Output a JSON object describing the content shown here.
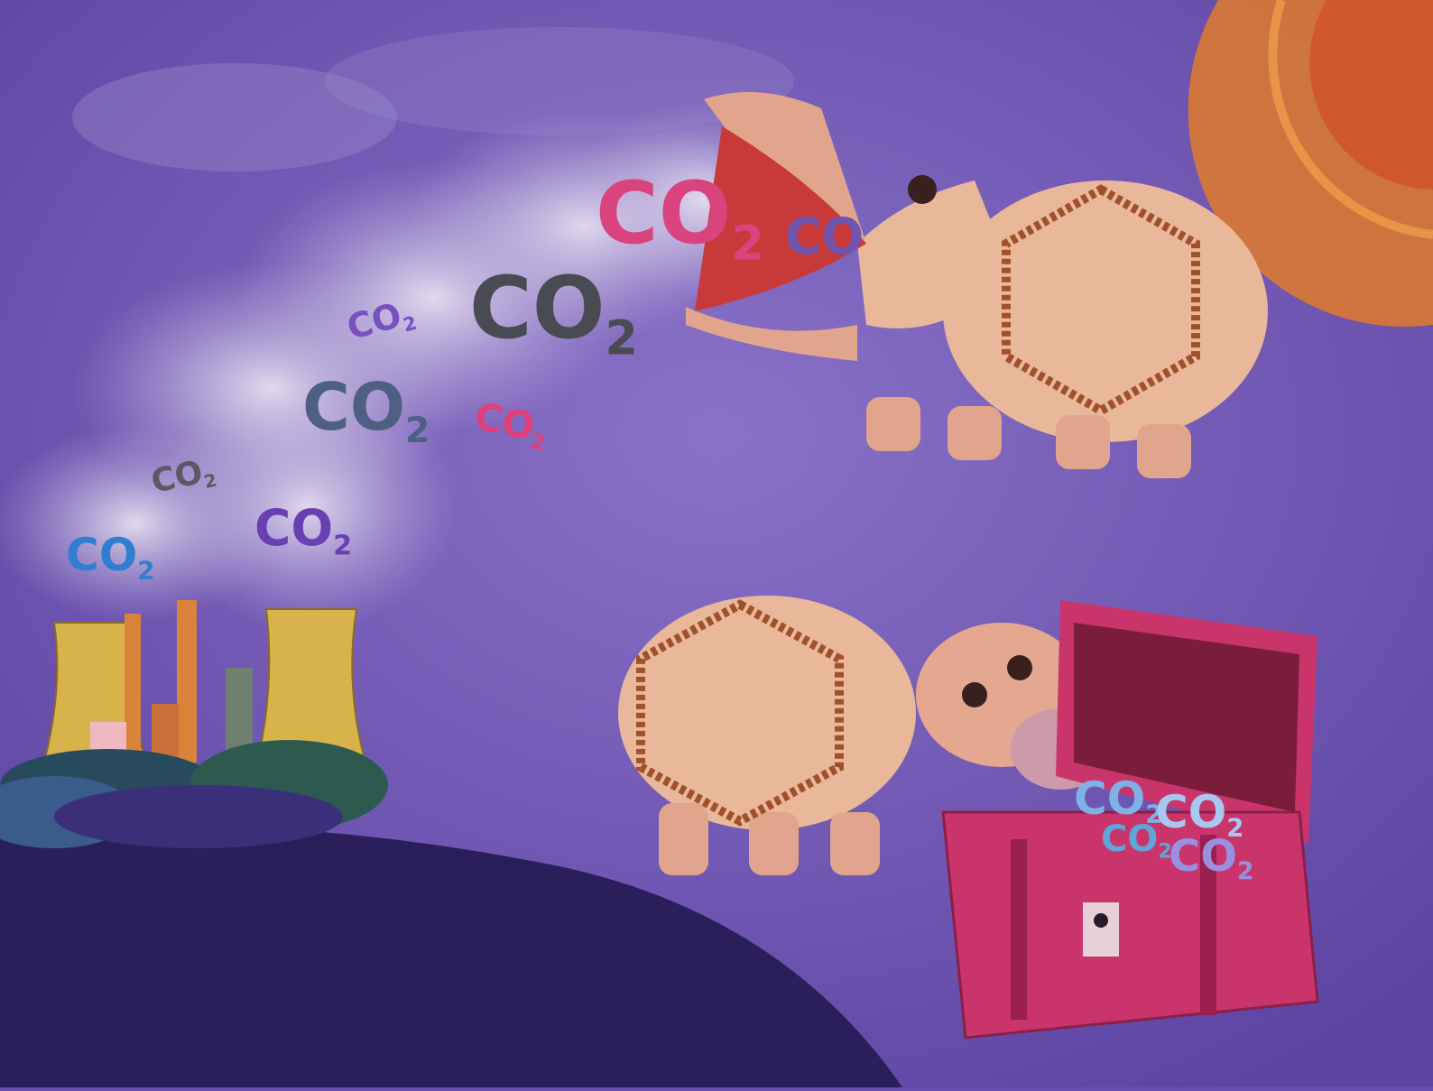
{
  "artwork": {
    "palette": {
      "sky": "#6a4fb3",
      "sky_light": "#8a72c8",
      "smoke": "#d9d3e8",
      "ground": "#2a1f5a",
      "hippo": "#e9b79a",
      "hippo_shadow": "#c98d7c",
      "chest": "#c9356b",
      "chest_inner": "#7a1d3a",
      "tower": "#d8b24a",
      "sun_orange": "#e07a2a"
    },
    "labels": [
      {
        "base": "CO",
        "sub": "2",
        "color": "#d9447f"
      },
      {
        "base": "CO",
        "sub": "",
        "color": "#6d55b0"
      },
      {
        "base": "CO",
        "sub": "2",
        "color": "#4a4a52"
      },
      {
        "base": "CO",
        "sub": "2",
        "color": "#7a4fbf"
      },
      {
        "base": "CO",
        "sub": "2",
        "color": "#4d5f82"
      },
      {
        "base": "CO",
        "sub": "2",
        "color": "#e0407a"
      },
      {
        "base": "CO",
        "sub": "2",
        "color": "#5a5a66"
      },
      {
        "base": "CO",
        "sub": "2",
        "color": "#6a3fb4"
      },
      {
        "base": "CO",
        "sub": "2",
        "color": "#2f7fd0"
      }
    ],
    "chest_labels": [
      {
        "base": "CO",
        "sub": "2",
        "color": "#7fb0e6"
      },
      {
        "base": "CO",
        "sub": "2",
        "color": "#a8c8f0"
      },
      {
        "base": "CO",
        "sub": "2",
        "color": "#5fa5d8"
      },
      {
        "base": "CO",
        "sub": "2",
        "color": "#9a8fe0"
      }
    ]
  }
}
